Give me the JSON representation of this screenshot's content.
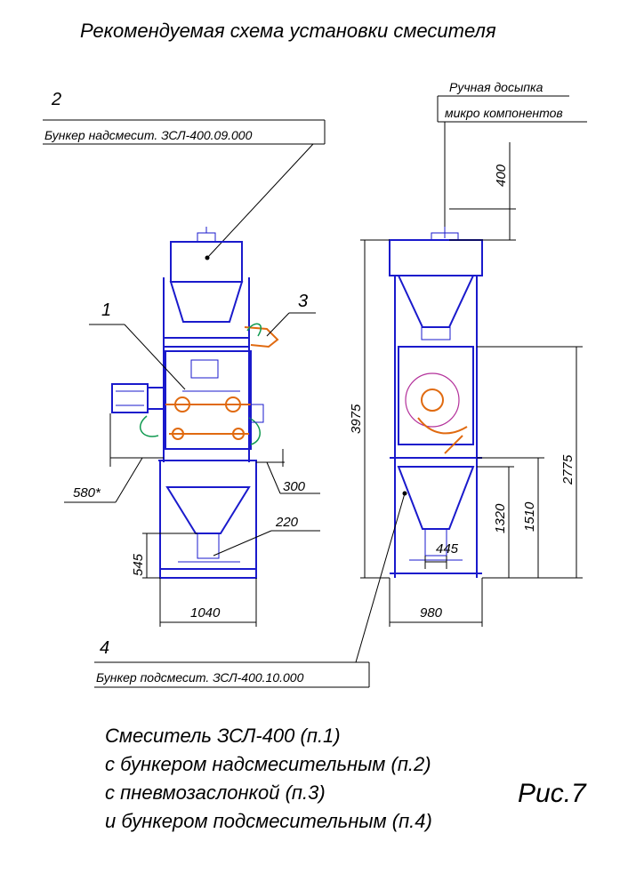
{
  "title": "Рекомендуемая схема установки смесителя",
  "leaders": {
    "item2_number": "2",
    "item2_label": "Бункер надсмесит. ЗСЛ-400.09.000",
    "item4_number": "4",
    "item4_label": "Бункер подсмесит. ЗСЛ-400.10.000",
    "manual_line1": "Ручная досыпка",
    "manual_line2": "микро компонентов",
    "item1_number": "1",
    "item3_number": "3"
  },
  "dimensions": {
    "d400": "400",
    "d3975": "3975",
    "d2775": "2775",
    "d1510": "1510",
    "d1320": "1320",
    "d445": "445",
    "d980": "980",
    "d1040": "1040",
    "d545": "545",
    "d220": "220",
    "d300": "300",
    "d580": "580*"
  },
  "caption": {
    "line1": "Смеситель ЗСЛ-400 (п.1)",
    "line2": "с бункером надсмесительным (п.2)",
    "line3": "с пневмозаслонкой (п.3)",
    "line4": "и бункером подсмесительным (п.4)"
  },
  "figure_label": "Рис.7",
  "colors": {
    "frame_blue": "#1a1acc",
    "accent_orange": "#e06a10",
    "accent_green": "#109a50",
    "accent_magenta": "#b3309a",
    "dimension_black": "#000000"
  }
}
